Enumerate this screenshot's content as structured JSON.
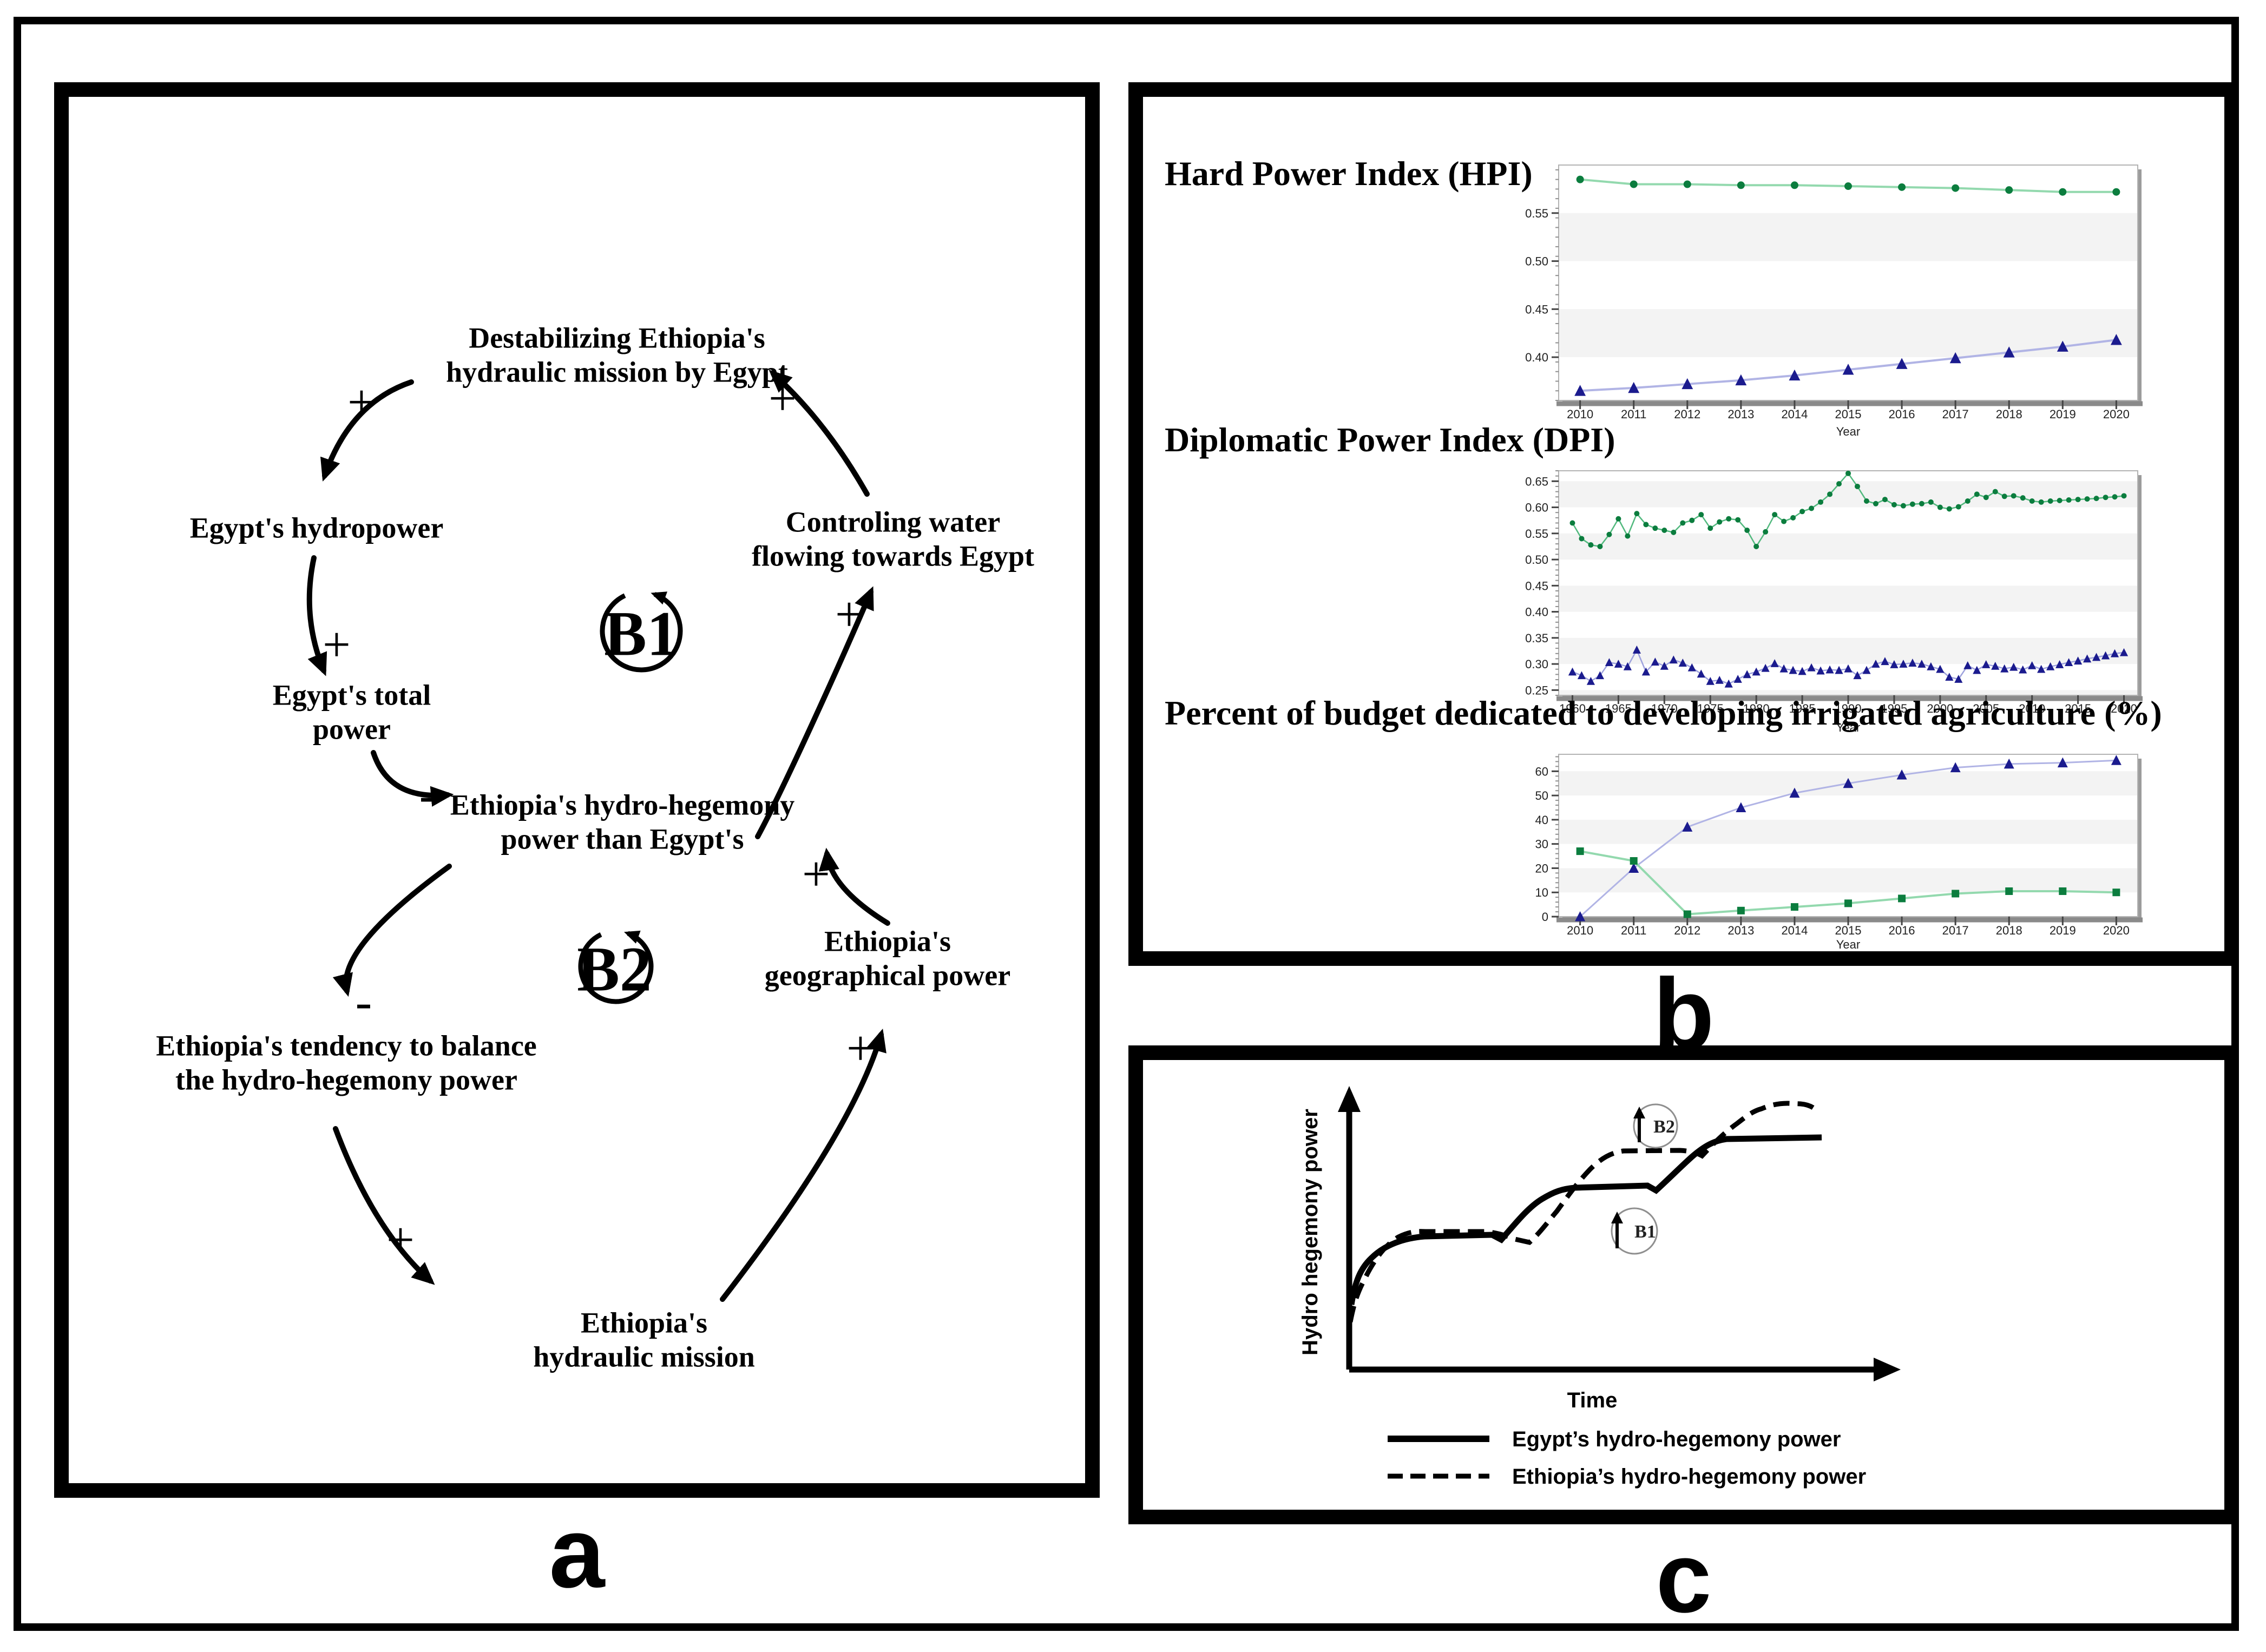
{
  "panel_labels": {
    "a": "a",
    "b": "b",
    "c": "c"
  },
  "panel_a": {
    "nodes": [
      {
        "id": "destabilizing",
        "text": "Destabilizing Ethiopia's\nhydraulic mission by Egypt"
      },
      {
        "id": "egypt-hydropower",
        "text": "Egypt's hydropower"
      },
      {
        "id": "egypt-total-power",
        "text": "Egypt's total\npower"
      },
      {
        "id": "controlling-water",
        "text": "Controling water\nflowing towards Egypt"
      },
      {
        "id": "ethiopia-hydro-hegemony",
        "text": "Ethiopia's hydro-hegemony\npower than Egypt's"
      },
      {
        "id": "tendency-balance",
        "text": "Ethiopia's tendency to balance\nthe hydro-hegemony power"
      },
      {
        "id": "geographical-power",
        "text": "Ethiopia's\ngeographical power"
      },
      {
        "id": "hydraulic-mission",
        "text": "Ethiopia's\nhydraulic mission"
      }
    ],
    "signs": [
      {
        "text": "+"
      },
      {
        "text": "+"
      },
      {
        "text": "-"
      },
      {
        "text": "+"
      },
      {
        "text": "+"
      },
      {
        "text": "-"
      },
      {
        "text": "+"
      },
      {
        "text": "+"
      },
      {
        "text": "+"
      }
    ],
    "loops": [
      {
        "label": "B1"
      },
      {
        "label": "B2"
      }
    ]
  },
  "chart_data": [
    {
      "type": "line",
      "title": "Hard Power Index (HPI)",
      "xlabel": "Year",
      "x": [
        2010,
        2011,
        2012,
        2013,
        2014,
        2015,
        2016,
        2017,
        2018,
        2019,
        2020
      ],
      "xticks": [
        2010,
        2011,
        2012,
        2013,
        2014,
        2015,
        2016,
        2017,
        2018,
        2019,
        2020
      ],
      "xlim": [
        2009.6,
        2020.4
      ],
      "ylim": [
        0.355,
        0.6
      ],
      "yticks": [
        0.4,
        0.45,
        0.5,
        0.55
      ],
      "ydecimals": 2,
      "yminor": 0.01,
      "grid_bands": true,
      "series": [
        {
          "name": "green",
          "color": "#0b7d3e",
          "line_color": "#93d9ae",
          "line_width": 4,
          "marker": "circle",
          "marker_size": 7,
          "values": [
            0.585,
            0.58,
            0.58,
            0.579,
            0.579,
            0.578,
            0.577,
            0.576,
            0.574,
            0.572,
            0.572
          ]
        },
        {
          "name": "blue",
          "color": "#1b1b8e",
          "line_color": "#b1b4e5",
          "line_width": 4,
          "marker": "triangle",
          "marker_size": 11,
          "values": [
            0.365,
            0.368,
            0.372,
            0.376,
            0.381,
            0.387,
            0.393,
            0.399,
            0.405,
            0.411,
            0.418
          ]
        }
      ]
    },
    {
      "type": "line",
      "title": "Diplomatic Power Index (DPI)",
      "xlabel": "Year",
      "x": [
        1960,
        1961,
        1962,
        1963,
        1964,
        1965,
        1966,
        1967,
        1968,
        1969,
        1970,
        1971,
        1972,
        1973,
        1974,
        1975,
        1976,
        1977,
        1978,
        1979,
        1980,
        1981,
        1982,
        1983,
        1984,
        1985,
        1986,
        1987,
        1988,
        1989,
        1990,
        1991,
        1992,
        1993,
        1994,
        1995,
        1996,
        1997,
        1998,
        1999,
        2000,
        2001,
        2002,
        2003,
        2004,
        2005,
        2006,
        2007,
        2008,
        2009,
        2010,
        2011,
        2012,
        2013,
        2014,
        2015,
        2016,
        2017,
        2018,
        2019,
        2020
      ],
      "xticks": [
        1960,
        1965,
        1970,
        1975,
        1980,
        1985,
        1990,
        1995,
        2000,
        2005,
        2010,
        2015,
        2020
      ],
      "xlim": [
        1958.5,
        2021.5
      ],
      "ylim": [
        0.24,
        0.67
      ],
      "yticks": [
        0.25,
        0.3,
        0.35,
        0.4,
        0.45,
        0.5,
        0.55,
        0.6,
        0.65
      ],
      "ydecimals": 2,
      "yminor": 0.01,
      "grid_bands": true,
      "series": [
        {
          "name": "green",
          "color": "#0b7d3e",
          "line_color": "#52b97e",
          "line_width": 2.5,
          "marker": "circle",
          "marker_size": 5,
          "values": [
            0.57,
            0.54,
            0.528,
            0.525,
            0.548,
            0.578,
            0.545,
            0.588,
            0.567,
            0.56,
            0.556,
            0.552,
            0.57,
            0.575,
            0.586,
            0.56,
            0.572,
            0.578,
            0.576,
            0.556,
            0.525,
            0.553,
            0.586,
            0.573,
            0.58,
            0.592,
            0.598,
            0.61,
            0.625,
            0.645,
            0.665,
            0.64,
            0.612,
            0.607,
            0.615,
            0.605,
            0.603,
            0.606,
            0.607,
            0.61,
            0.6,
            0.597,
            0.601,
            0.612,
            0.625,
            0.619,
            0.63,
            0.621,
            0.622,
            0.618,
            0.612,
            0.61,
            0.612,
            0.613,
            0.614,
            0.615,
            0.616,
            0.617,
            0.619,
            0.62,
            0.622
          ]
        },
        {
          "name": "blue",
          "color": "#1b1b8e",
          "line_color": "#9ea2dd",
          "line_width": 2.5,
          "marker": "triangle",
          "marker_size": 8,
          "values": [
            0.285,
            0.278,
            0.267,
            0.278,
            0.303,
            0.3,
            0.295,
            0.327,
            0.285,
            0.304,
            0.296,
            0.308,
            0.302,
            0.293,
            0.281,
            0.267,
            0.269,
            0.262,
            0.271,
            0.28,
            0.285,
            0.292,
            0.301,
            0.291,
            0.288,
            0.286,
            0.293,
            0.287,
            0.289,
            0.288,
            0.291,
            0.278,
            0.288,
            0.3,
            0.305,
            0.299,
            0.3,
            0.302,
            0.3,
            0.295,
            0.29,
            0.275,
            0.271,
            0.297,
            0.288,
            0.299,
            0.296,
            0.291,
            0.294,
            0.289,
            0.297,
            0.29,
            0.295,
            0.299,
            0.303,
            0.306,
            0.31,
            0.313,
            0.316,
            0.32,
            0.322
          ]
        }
      ]
    },
    {
      "type": "line",
      "title": "Percent of budget dedicated to developing irrigated agriculture (%)",
      "xlabel": "Year",
      "x": [
        2010,
        2011,
        2012,
        2013,
        2014,
        2015,
        2016,
        2017,
        2018,
        2019,
        2020
      ],
      "xticks": [
        2010,
        2011,
        2012,
        2013,
        2014,
        2015,
        2016,
        2017,
        2018,
        2019,
        2020
      ],
      "xlim": [
        2009.6,
        2020.4
      ],
      "ylim": [
        0,
        67
      ],
      "yticks": [
        0,
        10,
        20,
        30,
        40,
        50,
        60
      ],
      "ydecimals": 0,
      "yminor": 2,
      "grid_bands": true,
      "series": [
        {
          "name": "blue",
          "color": "#1b1b8e",
          "line_color": "#b1b4e5",
          "line_width": 3,
          "marker": "triangle",
          "marker_size": 10,
          "values": [
            0,
            20,
            37,
            45,
            51,
            55,
            58.5,
            61.5,
            63,
            63.5,
            64.5
          ]
        },
        {
          "name": "green",
          "color": "#0b7d3e",
          "line_color": "#93d9ae",
          "line_width": 4,
          "marker": "square",
          "marker_size": 7,
          "values": [
            27,
            23,
            1,
            2.5,
            4,
            5.5,
            7.5,
            9.5,
            10.5,
            10.5,
            10
          ]
        }
      ]
    },
    {
      "type": "line",
      "title": "",
      "xlabel": "Time",
      "ylabel": "Hydro hegemony power",
      "qualitative": true,
      "annotations": [
        "B2",
        "B1"
      ],
      "series": [
        {
          "name": "Egypt’s hydro-hegemony power",
          "style": "solid",
          "description": "stepped S-shaped growth with three successive plateaus"
        },
        {
          "name": "Ethiopia’s hydro-hegemony power",
          "style": "dashed",
          "description": "stepped S-shaped growth lagging then overtaking Egypt's curve at the end"
        }
      ]
    }
  ],
  "panel_c": {
    "ylabel": "Hydro hegemony power",
    "xlabel": "Time",
    "loop_b1": "B1",
    "loop_b2": "B2",
    "legend": [
      {
        "label": "Egypt’s hydro-hegemony power"
      },
      {
        "label": "Ethiopia’s hydro-hegemony power"
      }
    ]
  }
}
